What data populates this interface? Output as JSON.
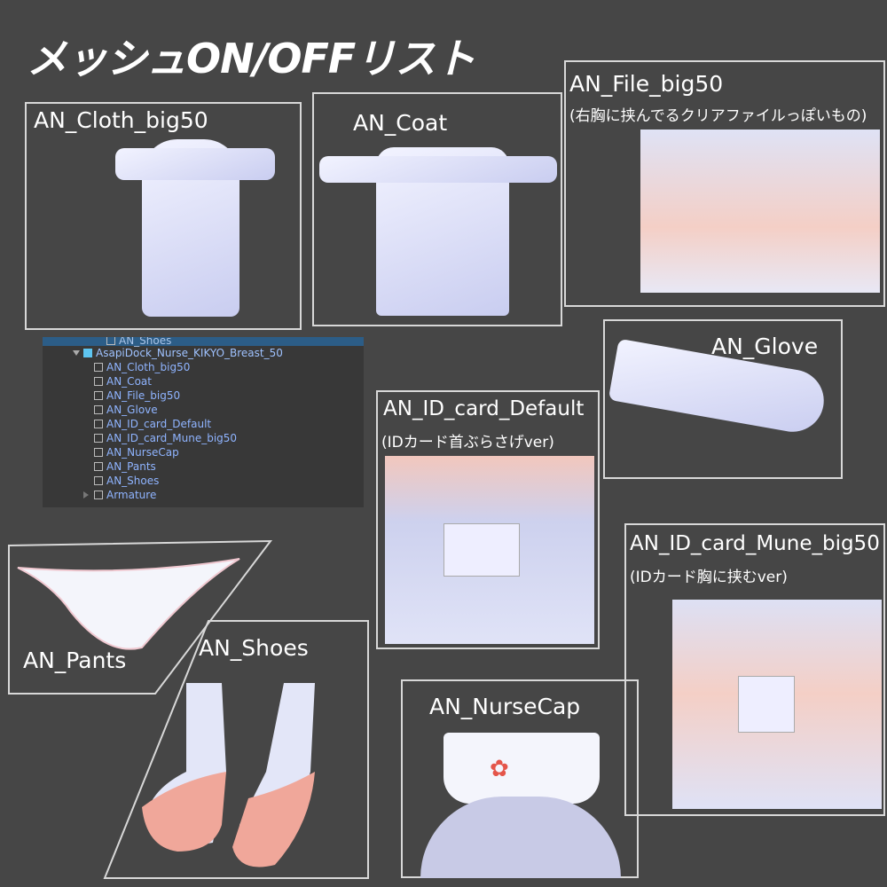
{
  "title": "メッシュON/OFFリスト",
  "panels": {
    "cloth": {
      "label": "AN_Cloth_big50"
    },
    "coat": {
      "label": "AN_Coat"
    },
    "file": {
      "label": "AN_File_big50",
      "note": "(右胸に挟んでるクリアファイルっぽいもの)"
    },
    "glove": {
      "label": "AN_Glove"
    },
    "id_default": {
      "label": "AN_ID_card_Default",
      "note": "(IDカード首ぶらさげver)"
    },
    "id_mune": {
      "label": "AN_ID_card_Mune_big50",
      "note": "(IDカード胸に挟むver)"
    },
    "pants": {
      "label": "AN_Pants"
    },
    "shoes": {
      "label": "AN_Shoes"
    },
    "nursecap": {
      "label": "AN_NurseCap"
    }
  },
  "hierarchy": {
    "selected": "AN_Shoes",
    "root": "AsapiDock_Nurse_KIKYO_Breast_50",
    "children": [
      "AN_Cloth_big50",
      "AN_Coat",
      "AN_File_big50",
      "AN_Glove",
      "AN_ID_card_Default",
      "AN_ID_card_Mune_big50",
      "AN_NurseCap",
      "AN_Pants",
      "AN_Shoes",
      "Armature"
    ]
  }
}
